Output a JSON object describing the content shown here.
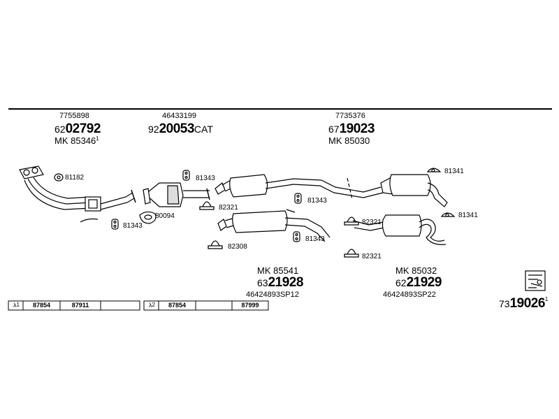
{
  "assemblies": {
    "front": {
      "ref": "7755898",
      "prefix": "62",
      "number": "02792",
      "kit": "MK 85346",
      "sup": "1"
    },
    "cat": {
      "ref": "46433199",
      "prefix": "92",
      "number": "20053",
      "suffix": "CAT"
    },
    "rear": {
      "ref": "7735376",
      "prefix": "67",
      "number": "19023",
      "kit": "MK 85030"
    },
    "mid1": {
      "kit": "MK 85541",
      "prefix": "63",
      "number": "21928",
      "ref": "46424893SP12"
    },
    "mid2": {
      "kit": "MK 85032",
      "prefix": "62",
      "number": "21929",
      "ref": "46424893SP22"
    },
    "total": {
      "prefix": "73",
      "number": "19026",
      "sup": "1"
    }
  },
  "parts": {
    "p81182": "81182",
    "p80094": "80094",
    "p81343a": "81343",
    "p81343b": "81343",
    "p81343c": "81343",
    "p81343d": "81343",
    "p82321a": "82321",
    "p82321b": "82321",
    "p82321c": "82321",
    "p82308": "82308",
    "p81341a": "81341",
    "p81341b": "81341"
  },
  "lambda_tables": [
    {
      "symbol": "λ",
      "sup": "1",
      "values": [
        "87854",
        "87911",
        ""
      ]
    },
    {
      "symbol": "λ",
      "sup": "2",
      "values": [
        "87854",
        "",
        "87999"
      ]
    }
  ]
}
